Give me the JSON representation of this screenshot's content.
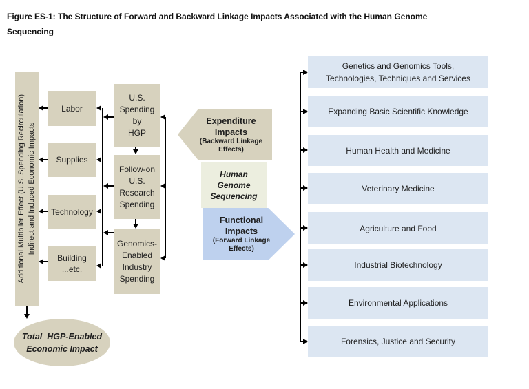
{
  "colors": {
    "tan": "#d7d2be",
    "light_green": "#eceedf",
    "arrow_blue": "#bed1ee",
    "light_blue": "#dce6f2",
    "text": "#1f1f1f",
    "line": "#000000"
  },
  "caption": "Figure ES-1: The Structure of Forward and Backward Linkage Impacts Associated with the Human Genome\nSequencing",
  "left_rail": {
    "text": "Additional Multiplier Effect (U.S. Spending Recirculation)\nIndirect and Induced Economic Impacts"
  },
  "inputs": {
    "labor": "Labor",
    "supplies": "Supplies",
    "technology": "Technology",
    "building": "Building\n...etc."
  },
  "spending": {
    "hgp": "U.S.\nSpending\nby\nHGP",
    "follow_on": "Follow-on\nU.S.\nResearch\nSpending",
    "genomics": "Genomics-\nEnabled\nIndustry\nSpending"
  },
  "center": {
    "expenditure_title": "Expenditure\nImpacts",
    "expenditure_note": "(Backward Linkage\nEffects)",
    "hgs": "Human\nGenome\nSequencing",
    "functional_title": "Functional\nImpacts",
    "functional_note": "(Forward Linkage\nEffects)"
  },
  "total_impact": "Total  HGP-Enabled\nEconomic Impact",
  "right_column": [
    "Genetics and Genomics Tools,\nTechnologies, Techniques and Services",
    "Expanding Basic Scientific Knowledge",
    "Human Health and Medicine",
    "Veterinary Medicine",
    "Agriculture and Food",
    "Industrial Biotechnology",
    "Environmental Applications",
    "Forensics, Justice and Security"
  ]
}
